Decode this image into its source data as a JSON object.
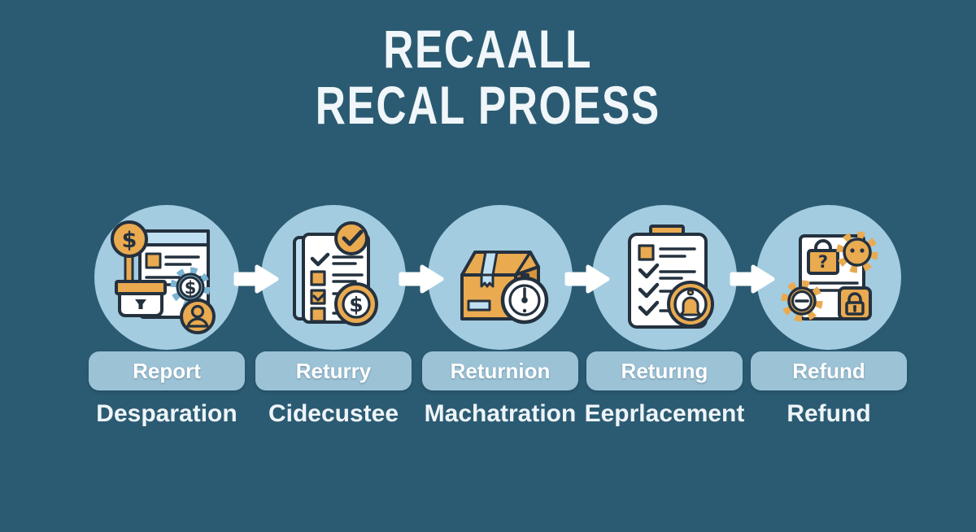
{
  "title": {
    "line1": "RECAALL",
    "line2": "RECAL PROESS"
  },
  "steps": [
    {
      "pill": "Report",
      "label": "Desparation",
      "icon": "invoice-report-icon"
    },
    {
      "pill": "Returry",
      "label": "Cidecustee",
      "icon": "checklist-coin-icon"
    },
    {
      "pill": "Returnion",
      "label": "Machatration",
      "icon": "package-timer-icon"
    },
    {
      "pill": "Returıng",
      "label": "Eeprlacement",
      "icon": "clipboard-bell-icon"
    },
    {
      "pill": "Refund",
      "label": "Refund",
      "icon": "document-lock-gears-icon"
    }
  ],
  "flow": {
    "arrow_icon": "arrow-right-icon",
    "arrow_count": 4
  },
  "colors": {
    "bg": "#2b5b72",
    "circle": "#a3cce0",
    "pill": "#9cc2d6",
    "amber": "#e9aa50",
    "amber_dark": "#d6953c",
    "outline": "#24313f",
    "mid_blue": "#7cb4d3",
    "light_blue": "#bfe0f2",
    "title_text": "#f0f6f9",
    "label_text": "#eef4f8",
    "pill_text": "#ffffff",
    "arrow": "#ffffff"
  }
}
